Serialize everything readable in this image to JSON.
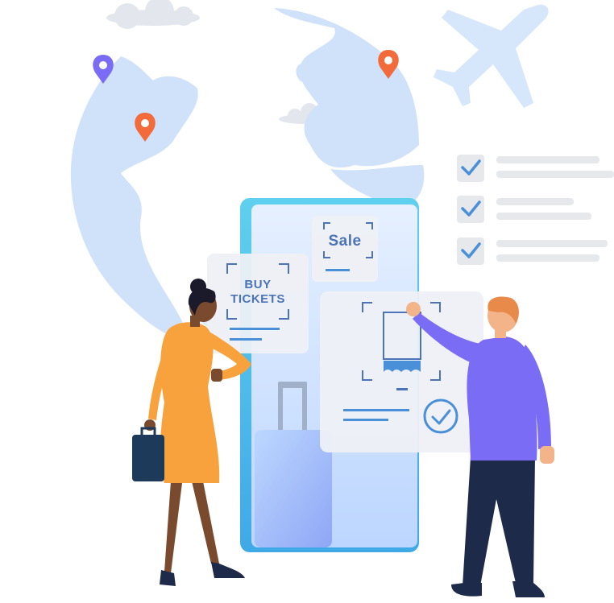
{
  "cards": {
    "buy_tickets_line1": "BUY",
    "buy_tickets_line2": "TICKETS",
    "sale_label": "Sale"
  },
  "checklist": {
    "items_count": 3
  },
  "icons": [
    "cloud-icon",
    "airplane-icon",
    "map-pin-icon",
    "checkbox-check-icon",
    "luggage-icon",
    "ticket-icon",
    "check-circle-icon"
  ],
  "colors": {
    "globe": "#cfe2fa",
    "phone_frame": "#56c3ea",
    "phone_screen": "#dbe9ff",
    "pin_orange": "#f36b3a",
    "pin_purple": "#7b6cf5",
    "woman_dress": "#f7a23c",
    "man_shirt": "#7b6cf5",
    "man_pants": "#1e2a4a",
    "accent_blue": "#4a90d9"
  }
}
